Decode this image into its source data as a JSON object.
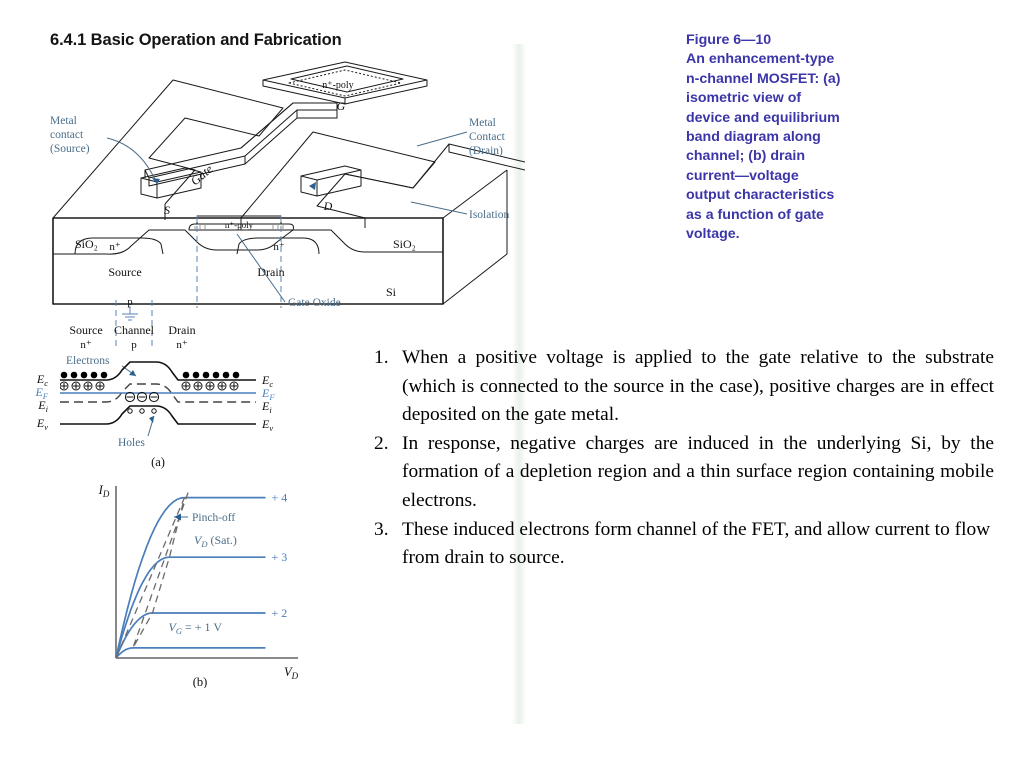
{
  "slide": {
    "heading": "6.4.1 Basic Operation and Fabrication",
    "background_color": "#ffffff"
  },
  "figure_caption": {
    "color": "#3b35a8",
    "lines": [
      "Figure 6—10",
      "An enhancement-type",
      "n-channel MOSFET: (a)",
      "isometric view of",
      "device and equilibrium",
      "band diagram along",
      "channel; (b) drain",
      "current—voltage",
      "output characteristics",
      "as a function of gate",
      "voltage."
    ]
  },
  "notes": [
    {
      "number": "1.",
      "text": "When a positive voltage is applied to the gate relative to the substrate (which is connected to the source in the case), positive charges are in effect deposited on the gate metal."
    },
    {
      "number": "2.",
      "text": "In response, negative charges are induced in the underlying Si, by the formation of a depletion region and a thin surface region containing mobile electrons."
    },
    {
      "number": "3.",
      "text": "These induced electrons form channel of the FET, and allow current to flow from drain to source."
    }
  ],
  "isometric_figure": {
    "label_color": "#4a6e8a",
    "callouts": [
      "Metal contact (Source)",
      "Metal Contact (Drain)",
      "Isolation",
      "Gate Oxide"
    ],
    "callout_lines": {
      "metal_source": [
        "Metal",
        "contact",
        "(Source)"
      ],
      "metal_drain": [
        "Metal",
        "Contact",
        "(Drain)"
      ],
      "isolation": "Isolation",
      "gate_oxide": "Gate Oxide"
    },
    "terminals": {
      "gate": "G",
      "source": "S",
      "drain": "D"
    },
    "poly_top": "n⁺-poly",
    "poly_channel": "n⁺-poly",
    "gate_side_label": "Gate",
    "cross_section": {
      "oxide_left": "SiO₂",
      "oxide_right": "SiO₂",
      "source_implant": "n⁺",
      "drain_implant": "n⁺",
      "source_region": "Source",
      "drain_region": "Drain",
      "substrate": "Si",
      "body_type": "p"
    }
  },
  "band_diagram": {
    "part_label": "(a)",
    "column_labels": [
      {
        "name": "Source",
        "type": "n⁺"
      },
      {
        "name": "Channel",
        "type": "p"
      },
      {
        "name": "Drain",
        "type": "n⁺"
      }
    ],
    "carrier_labels": {
      "electrons": "Electrons",
      "holes": "Holes"
    },
    "energy_levels_left": [
      "E",
      "E",
      "E",
      "E"
    ],
    "energy_levels": [
      {
        "symbol": "E",
        "sub": "c"
      },
      {
        "symbol": "E",
        "sub": "F"
      },
      {
        "symbol": "E",
        "sub": "i"
      },
      {
        "symbol": "E",
        "sub": "v"
      }
    ],
    "fermi_color": "#4a7ebb"
  },
  "chart_data": {
    "type": "line",
    "part_label": "(b)",
    "title": "",
    "xlabel": "V_D",
    "ylabel": "I_D",
    "xlabel_parts": {
      "symbol": "V",
      "sub": "D"
    },
    "ylabel_parts": {
      "symbol": "I",
      "sub": "D"
    },
    "line_color": "#4a7ebb",
    "dashed_color": "#6b6b6b",
    "axis_color": "#7a7a7a",
    "grid": false,
    "legend_position": "right-of-curves",
    "annotations": [
      "Pinch-off",
      "V_D (Sat.)"
    ],
    "annotation_parts": {
      "pinch_off": "Pinch-off",
      "vd_sat_symbol": "V",
      "vd_sat_sub": "D",
      "vd_sat_rest": "(Sat.)"
    },
    "gate_legend_last": {
      "symbol": "V",
      "sub": "G",
      "rest": "= + 1 V"
    },
    "xlim": [
      0,
      1
    ],
    "ylim": [
      0,
      1
    ],
    "series": [
      {
        "name": "+ 4",
        "label": "+ 4",
        "v_gate": 4,
        "i_sat": 0.955,
        "v_sat": 0.385
      },
      {
        "name": "+ 3",
        "label": "+ 3",
        "v_gate": 3,
        "i_sat": 0.6,
        "v_sat": 0.3
      },
      {
        "name": "+ 2",
        "label": "+ 2",
        "v_gate": 2,
        "i_sat": 0.268,
        "v_sat": 0.205
      },
      {
        "name": "+ 1",
        "label": "+ 1 V",
        "v_gate": 1,
        "i_sat": 0.06,
        "v_sat": 0.095
      }
    ]
  }
}
